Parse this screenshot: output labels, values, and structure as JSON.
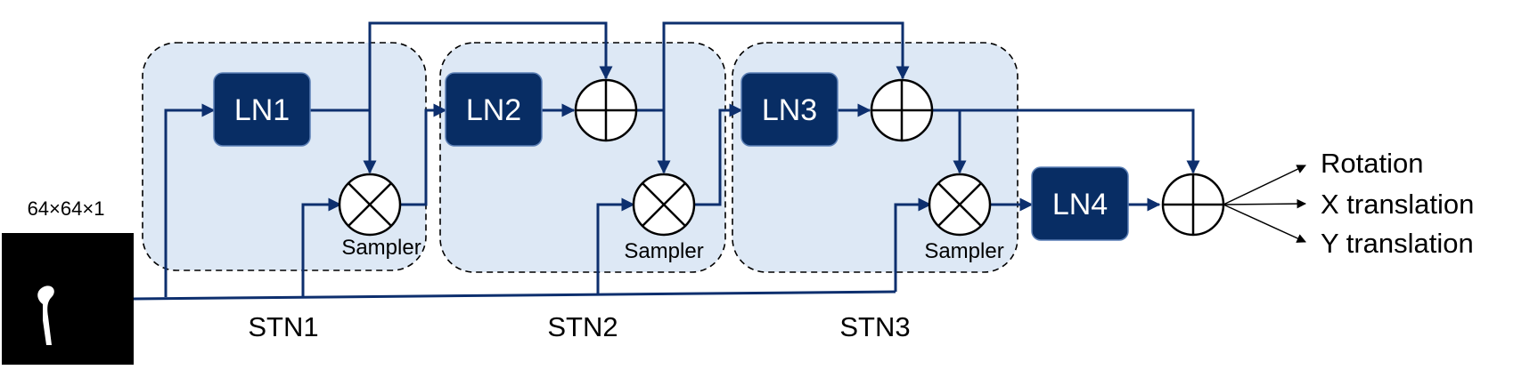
{
  "input": {
    "dims_label": "64×64×1"
  },
  "stn_groups": [
    {
      "label": "STN1",
      "sampler_label": "Sampler"
    },
    {
      "label": "STN2",
      "sampler_label": "Sampler"
    },
    {
      "label": "STN3",
      "sampler_label": "Sampler"
    }
  ],
  "blocks": {
    "ln1": "LN1",
    "ln2": "LN2",
    "ln3": "LN3",
    "ln4": "LN4"
  },
  "outputs": [
    "Rotation",
    "X translation",
    "Y translation"
  ],
  "colors": {
    "block_fill": "#082d64",
    "wire": "#0d2f6e",
    "group_fill": "#dde8f5",
    "group_border": "#000000"
  }
}
